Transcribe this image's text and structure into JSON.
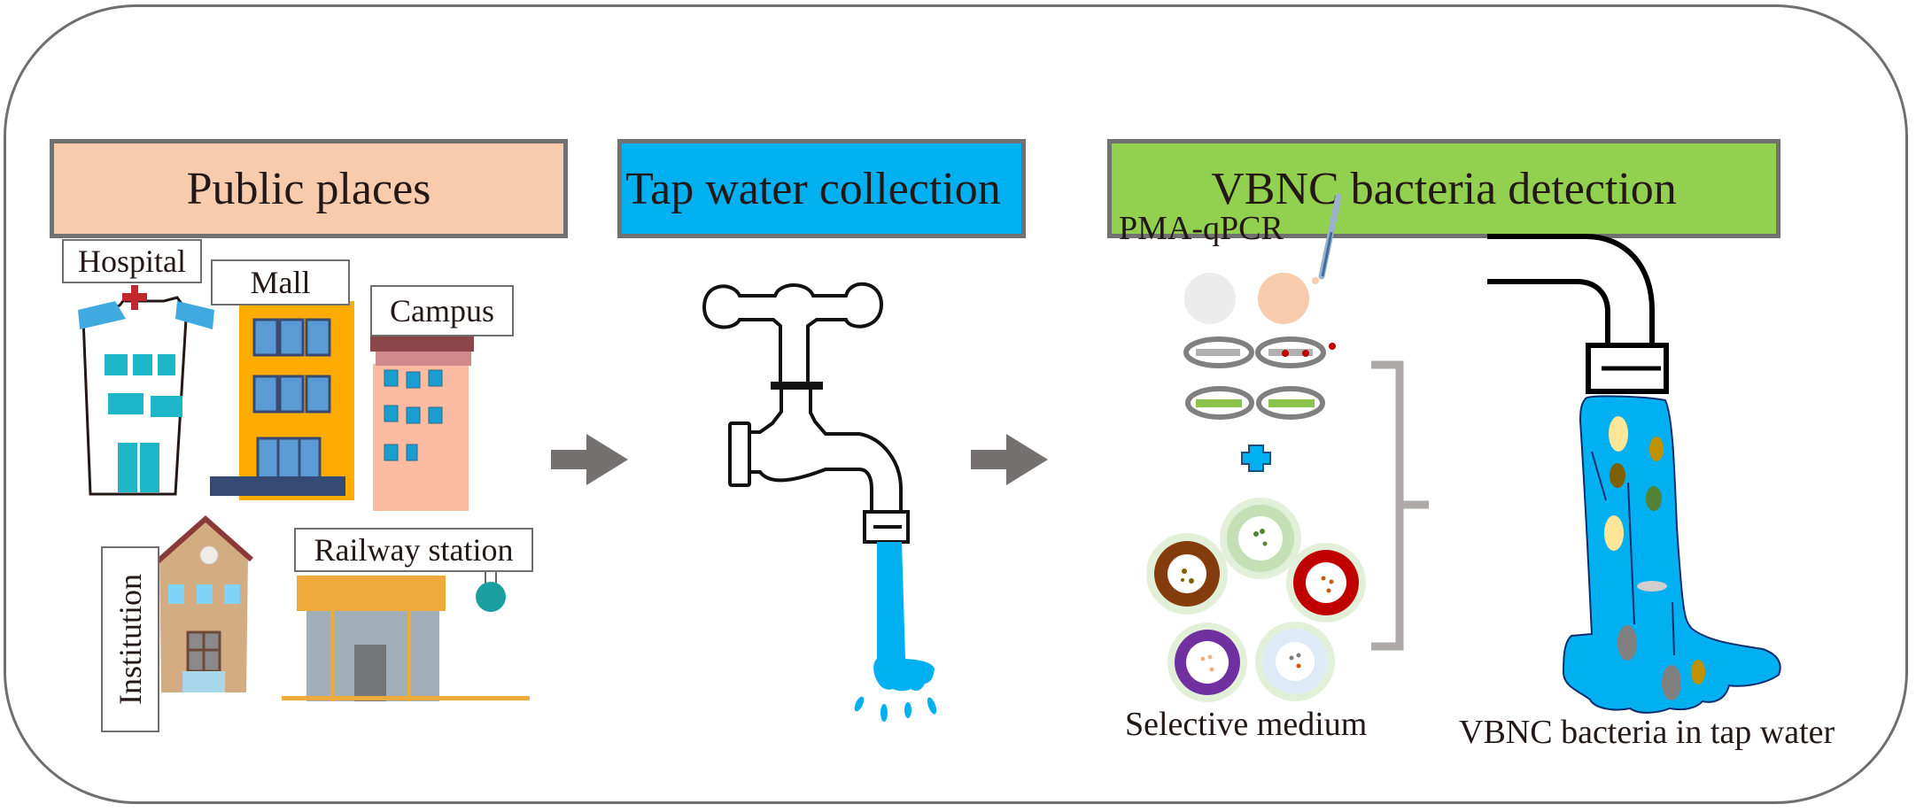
{
  "figure": {
    "type": "workflow-diagram",
    "stages": [
      {
        "id": "public-places",
        "title": "Public places",
        "color": "#f8cbad"
      },
      {
        "id": "tap-water",
        "title": "Tap water collection",
        "color": "#00b0f0"
      },
      {
        "id": "vbnc-detection",
        "title": "VBNC bacteria detection",
        "color": "#92d050"
      }
    ],
    "places": {
      "hospital": "Hospital",
      "mall": "Mall",
      "campus": "Campus",
      "institution": "Institution",
      "railway": "Railway station"
    },
    "detection": {
      "method": "PMA-qPCR",
      "medium": "Selective medium",
      "result": "VBNC bacteria in tap water"
    },
    "colors": {
      "arrow": "#767171",
      "border": "#727171",
      "water": "#00b0f0",
      "bracket": "#aeaaaa"
    }
  }
}
